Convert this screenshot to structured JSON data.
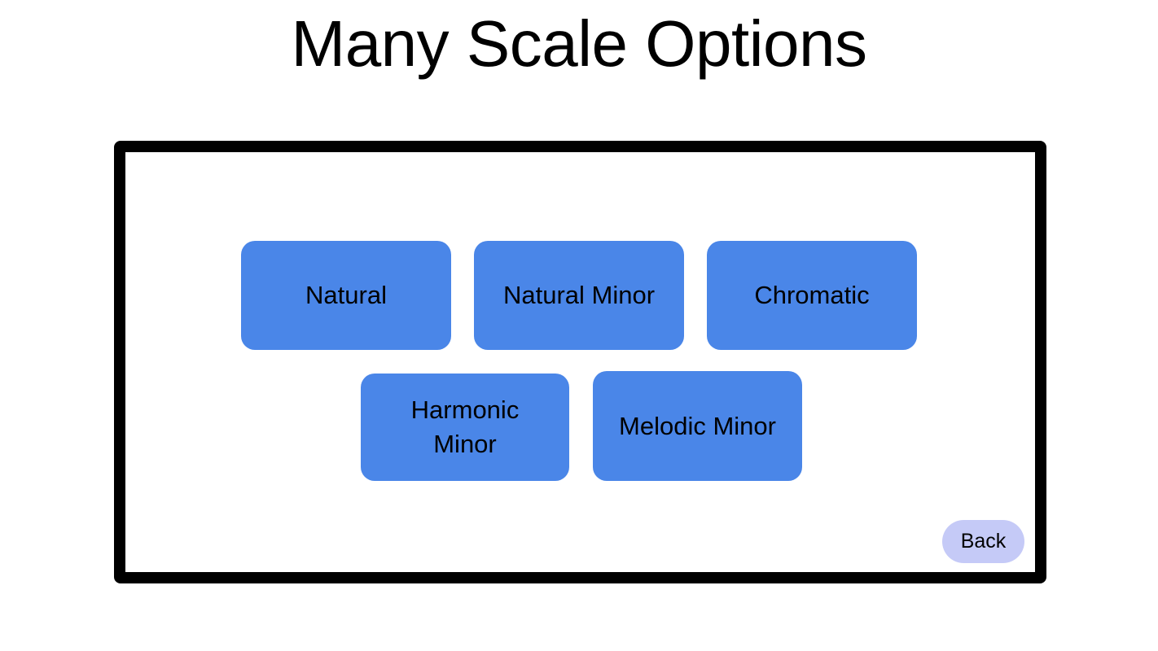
{
  "page": {
    "title": "Many Scale Options",
    "background_color": "#ffffff"
  },
  "frame": {
    "border_color": "#000000",
    "fill_color": "#ffffff"
  },
  "theme": {
    "button_color": "#4a86e8",
    "button_text_color": "#000000",
    "back_button_color": "#c5caf7",
    "title_color": "#000000"
  },
  "scale_buttons": [
    {
      "label": "Natural"
    },
    {
      "label": "Natural Minor"
    },
    {
      "label": "Chromatic"
    },
    {
      "label": "Harmonic\nMinor"
    },
    {
      "label": "Melodic Minor"
    }
  ],
  "back": {
    "label": "Back"
  }
}
